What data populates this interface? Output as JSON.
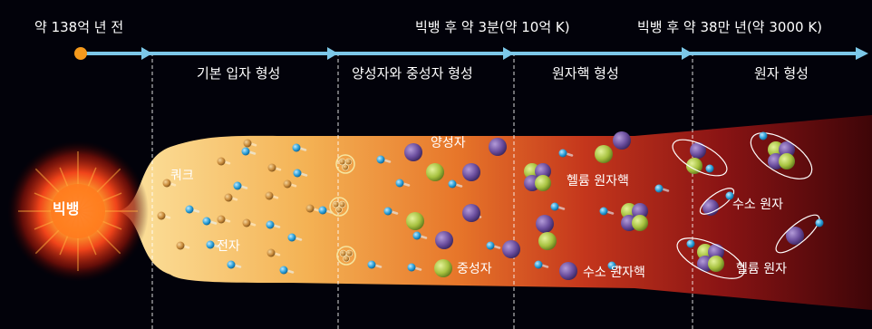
{
  "timeline": {
    "start": "약 138억 년 전",
    "mark1": "빅뱅 후 약 3분(약 10억 K)",
    "mark2": "빅뱅 후 약 38만 년(약 3000 K)"
  },
  "phases": [
    "기본 입자 형성",
    "양성자와 중성자 형성",
    "원자핵 형성",
    "원자 형성"
  ],
  "labels": {
    "bigbang": "빅뱅",
    "quark": "쿼크",
    "electron": "전자",
    "proton": "양성자",
    "neutron": "중성자",
    "helium_nucleus": "헬륨 원자핵",
    "hydrogen_nucleus": "수소 원자핵",
    "hydrogen_atom": "수소 원자",
    "helium_atom": "헬륨 원자"
  },
  "colors": {
    "background": "#02020a",
    "arrow": "#7cc8e8",
    "start_dot": "#f59a1c",
    "proton": "#6b4e9e",
    "neutron": "#a7c240",
    "electron": "#2a9fd8",
    "quark": "#c88a3a"
  }
}
